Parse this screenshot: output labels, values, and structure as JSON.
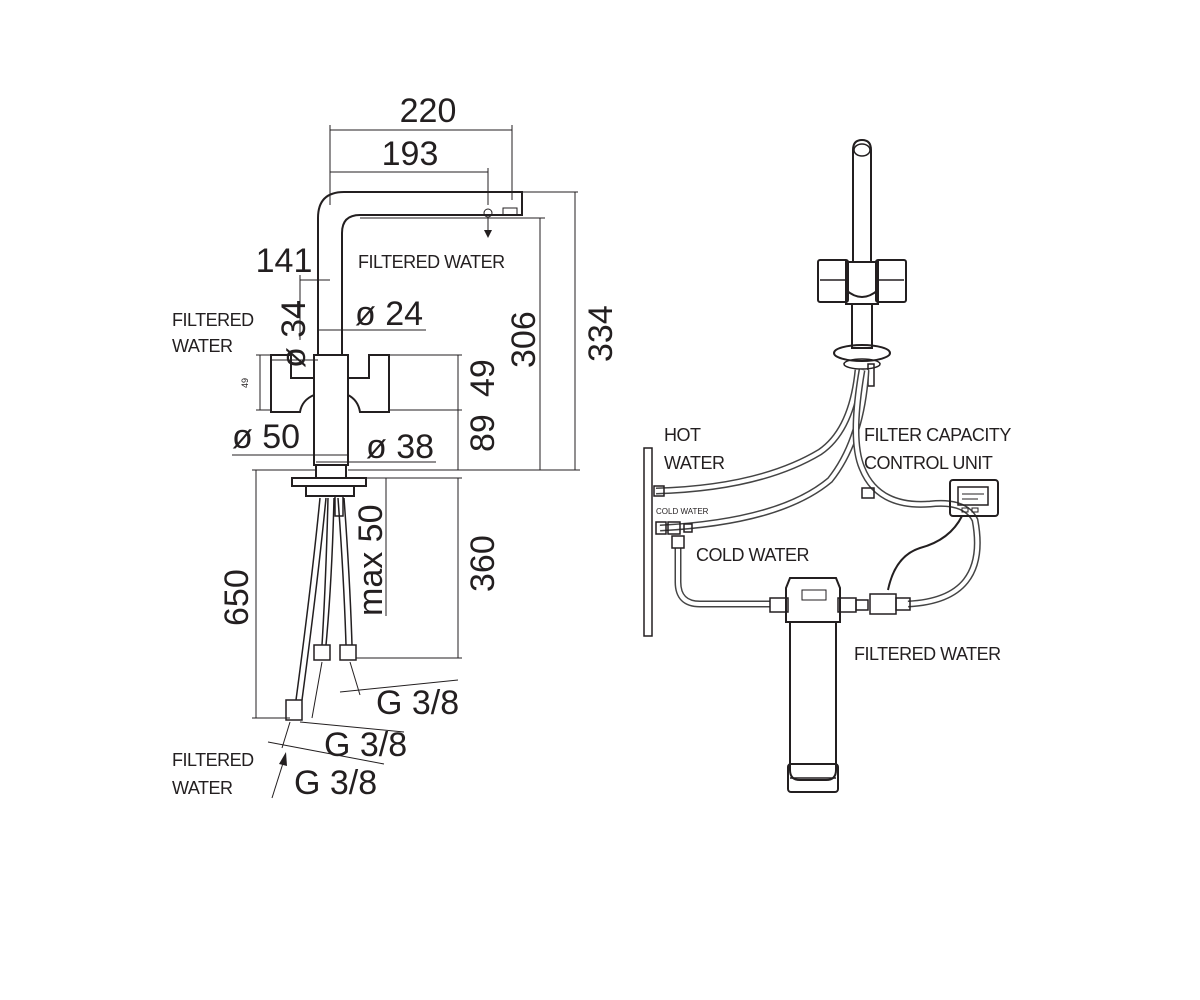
{
  "left_drawing": {
    "dims": {
      "d220": "220",
      "d193": "193",
      "d141": "141",
      "d334": "334",
      "d306": "306",
      "d49": "49",
      "d89": "89",
      "d360": "360",
      "d650": "650",
      "dmax50": "max 50",
      "d49_small": "49",
      "phi34": "ø 34",
      "phi24": "ø 24",
      "phi50": "ø 50",
      "phi38": "ø 38"
    },
    "labels": {
      "filtered_water_top": "FILTERED WATER",
      "filtered_water_side_1": "FILTERED",
      "filtered_water_side_2": "WATER",
      "filtered_water_bottom_1": "FILTERED",
      "filtered_water_bottom_2": "WATER"
    },
    "threads": {
      "g1": "G 3/8",
      "g2": "G 3/8",
      "g3": "G 3/8"
    }
  },
  "right_drawing": {
    "labels": {
      "hot_water_1": "HOT",
      "hot_water_2": "WATER",
      "filter_capacity_1": "FILTER CAPACITY",
      "filter_capacity_2": "CONTROL UNIT",
      "cold_water_small": "COLD WATER",
      "cold_water": "COLD WATER",
      "filtered_water": "FILTERED WATER"
    }
  }
}
